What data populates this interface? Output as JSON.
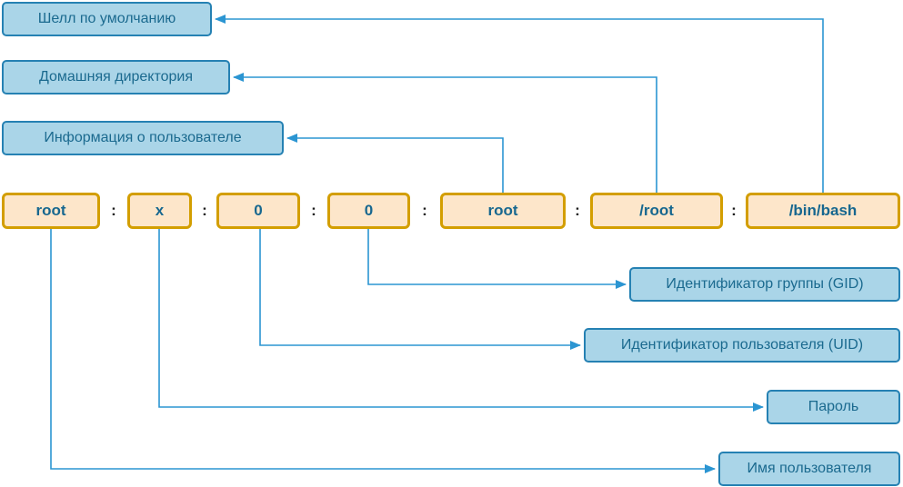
{
  "separator": ":",
  "fields": [
    {
      "value": "root",
      "label": "Имя пользователя"
    },
    {
      "value": "x",
      "label": "Пароль"
    },
    {
      "value": "0",
      "label": "Идентификатор пользователя (UID)"
    },
    {
      "value": "0",
      "label": "Идентификатор группы (GID)"
    },
    {
      "value": "root",
      "label": "Информация о пользователе"
    },
    {
      "value": "/root",
      "label": "Домашняя директория"
    },
    {
      "value": "/bin/bash",
      "label": "Шелл по умолчанию"
    }
  ],
  "colors": {
    "background": "#ffffff",
    "label_fill": "#aad5e8",
    "label_border": "#2581b3",
    "label_text": "#1b6a8f",
    "value_fill": "#fde6ca",
    "value_border": "#d39e00",
    "value_text": "#17678f",
    "arrow": "#2b95d2",
    "separator_text": "#1a1a1a"
  }
}
